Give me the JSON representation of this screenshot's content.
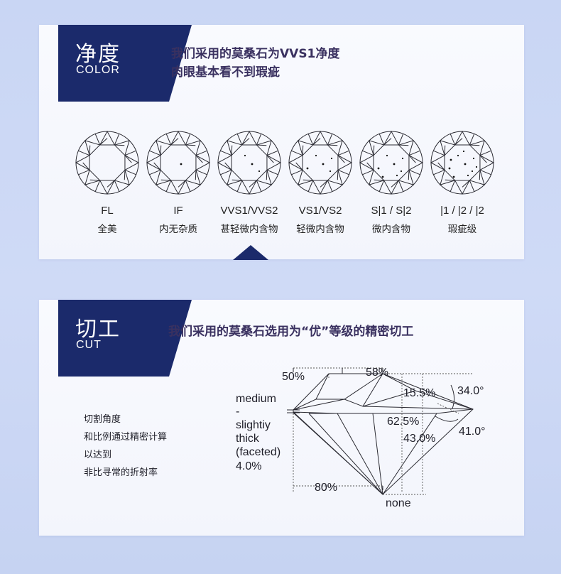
{
  "color_section": {
    "tag_title": "净度",
    "tag_subtitle": "COLOR",
    "headline_line1": "我们采用的莫桑石为VVS1净度",
    "headline_line2": "肉眼基本看不到瑕疵",
    "grades": [
      {
        "code": "FL",
        "name": "全美",
        "inclusions": 0
      },
      {
        "code": "IF",
        "name": "内无杂质",
        "inclusions": 1
      },
      {
        "code": "VVS1/VVS2",
        "name": "甚轻微内含物",
        "inclusions": 3
      },
      {
        "code": "VS1/VS2",
        "name": "轻微内含物",
        "inclusions": 5
      },
      {
        "code": "S|1 / S|2",
        "name": "微内含物",
        "inclusions": 7
      },
      {
        "code": "|1 / |2 / |2",
        "name": "瑕疵级",
        "inclusions": 10
      }
    ]
  },
  "cut_section": {
    "tag_title": "切工",
    "tag_subtitle": "CUT",
    "headline": "我们采用的莫桑石选用为“优”等级的精密切工",
    "description": [
      "切割角度",
      "和比例通过精密计算",
      "以达到",
      "非比寻常的折射率"
    ],
    "diagram_labels": {
      "crown_pct": "50%",
      "table_pct": "58%",
      "crown_height": "15.5%",
      "crown_angle": "34.0°",
      "girdle": [
        "medium",
        "-",
        "slightiy",
        "thick",
        "(faceted)",
        "4.0%"
      ],
      "total_depth": "62.5%",
      "pavilion_depth": "43.0%",
      "pavilion_angle": "41.0°",
      "lower_half": "80%",
      "culet": "none"
    }
  }
}
